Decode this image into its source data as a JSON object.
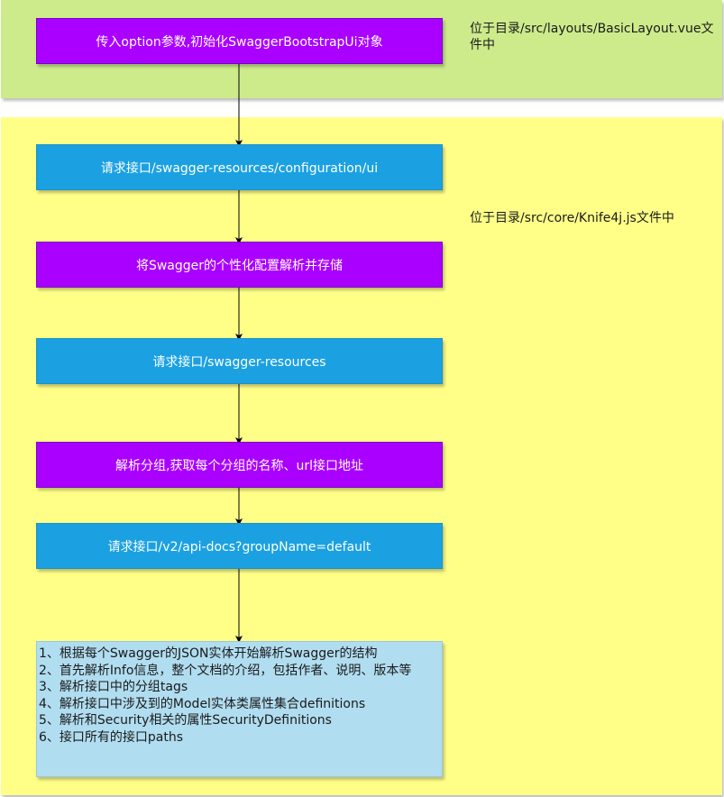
{
  "notes": {
    "top": "位于目录/src/layouts/BasicLayout.vue文件中",
    "middle": "位于目录/src/core/Knife4j.js文件中"
  },
  "steps": {
    "init": "传入option参数,初始化SwaggerBootstrapUi对象",
    "request_config": "请求接口/swagger-resources/configuration/ui",
    "parse_config": "将Swagger的个性化配置解析并存储",
    "request_resources": "请求接口/swagger-resources",
    "parse_groups": "解析分组,获取每个分组的名称、url接口地址",
    "request_api_docs": "请求接口/v2/api-docs?groupName=default"
  },
  "details": [
    "1、根据每个Swagger的JSON实体开始解析Swagger的结构",
    "2、首先解析Info信息，整个文档的介绍，包括作者、说明、版本等",
    "3、解析接口中的分组tags",
    "4、解析接口中涉及到的Model实体类属性集合definitions",
    "5、解析和Security相关的属性SecurityDefinitions",
    "6、接口所有的接口paths"
  ],
  "colors": {
    "purple": "#aa00ff",
    "blue": "#1ba1e2",
    "light_blue": "#b1ddf0",
    "green_region": "#cdeb8b",
    "yellow_region": "#ffff88"
  }
}
